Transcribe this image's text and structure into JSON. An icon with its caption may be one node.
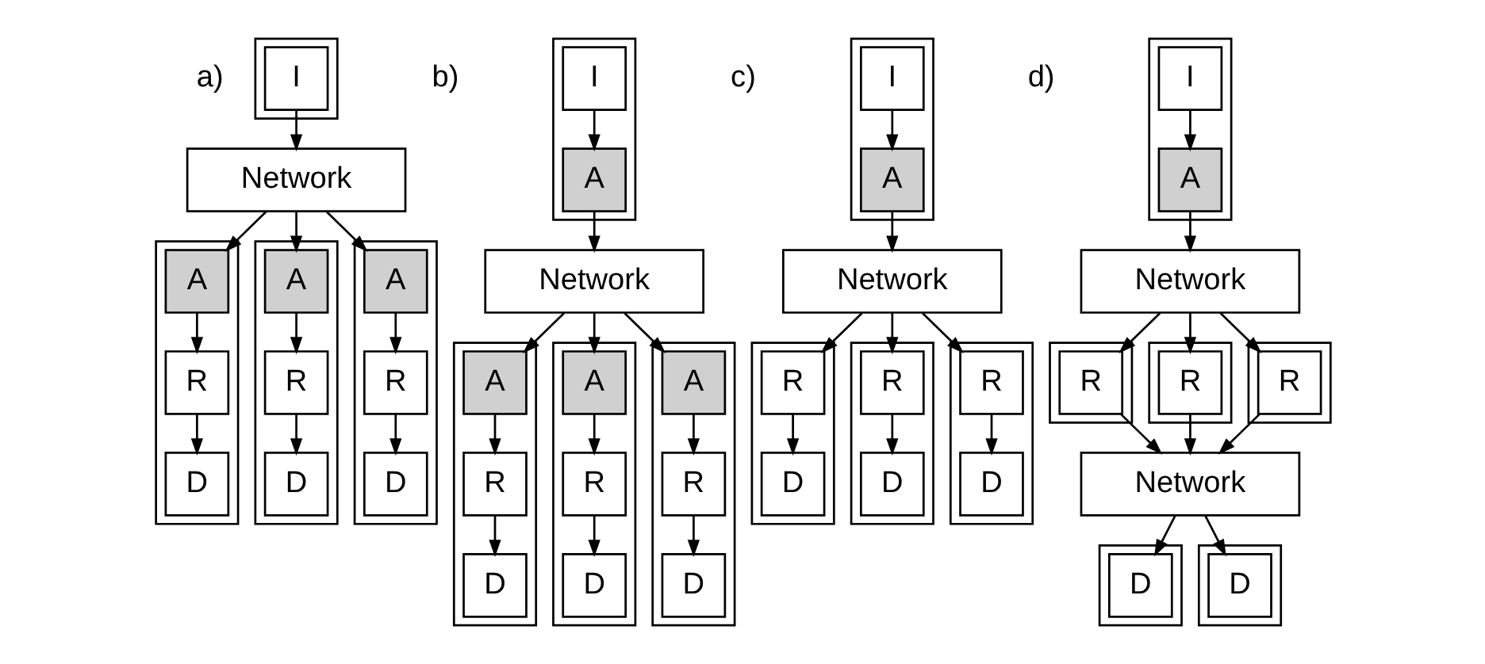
{
  "diagram": {
    "nodes": [
      {
        "text": [],
        "shape": "box"
      },
      {
        "text": [
          "I"
        ],
        "in": 0
      },
      {
        "text": [
          "Network"
        ]
      },
      {
        "text": [],
        "shape": "box"
      },
      {
        "text": [
          "A"
        ],
        "in": 3
      },
      {
        "text": [
          "R"
        ],
        "in": 3
      },
      {
        "text": [
          "D"
        ],
        "in": 3
      },
      {
        "text": [],
        "shape": "box"
      },
      {
        "text": [
          "A"
        ],
        "in": 7
      },
      {
        "text": [
          "R"
        ],
        "in": 7
      },
      {
        "text": [
          "D"
        ],
        "in": 7
      },
      {
        "text": [],
        "shape": "box"
      },
      {
        "text": [
          "A"
        ],
        "in": 11
      },
      {
        "text": [
          "R"
        ],
        "in": 11
      },
      {
        "text": [
          "D"
        ],
        "in": 11
      },
      {
        "text": [],
        "shape": "box"
      },
      {
        "text": [
          "I"
        ],
        "in": 15
      },
      {
        "text": [
          "A"
        ],
        "in": 15
      },
      {
        "text": [
          "Network"
        ]
      },
      {
        "text": [],
        "shape": "box"
      },
      {
        "text": [
          "A"
        ],
        "in": 19
      },
      {
        "text": [
          "R"
        ],
        "in": 19
      },
      {
        "text": [
          "D"
        ],
        "in": 19
      },
      {
        "text": [],
        "shape": "box"
      },
      {
        "text": [
          "A"
        ],
        "in": 23
      },
      {
        "text": [
          "R"
        ],
        "in": 23
      },
      {
        "text": [
          "D"
        ],
        "in": 23
      },
      {
        "text": [],
        "shape": "box"
      },
      {
        "text": [
          "A"
        ],
        "in": 27
      },
      {
        "text": [
          "R"
        ],
        "in": 27
      },
      {
        "text": [
          "D"
        ],
        "in": 27
      },
      {
        "text": [],
        "shape": "box"
      },
      {
        "text": [
          "I"
        ],
        "in": 31
      },
      {
        "text": [
          "A"
        ],
        "in": 31
      },
      {
        "text": [
          "Network"
        ]
      },
      {
        "text": [],
        "shape": "box"
      },
      {
        "text": [
          "R"
        ],
        "in": 35
      },
      {
        "text": [
          "D"
        ],
        "in": 35
      },
      {
        "text": [],
        "shape": "box"
      },
      {
        "text": [
          "R"
        ],
        "in": 38
      },
      {
        "text": [
          "D"
        ],
        "in": 38
      },
      {
        "text": [],
        "shape": "box"
      },
      {
        "text": [
          "R"
        ],
        "in": 41
      },
      {
        "text": [
          "D"
        ],
        "in": 41
      },
      {
        "text": [],
        "shape": "box"
      },
      {
        "text": [
          "I"
        ],
        "in": 44
      },
      {
        "text": [
          "A"
        ],
        "in": 44
      },
      {
        "text": [
          "Network"
        ]
      },
      {
        "text": [],
        "shape": "box"
      },
      {
        "text": [
          "R"
        ],
        "in": 48
      },
      {
        "text": [],
        "shape": "box"
      },
      {
        "text": [
          "R"
        ],
        "in": 50
      },
      {
        "text": [],
        "shape": "box"
      },
      {
        "text": [
          "R"
        ],
        "in": 52
      },
      {
        "text": [
          "Network"
        ]
      },
      {
        "text": [],
        "shape": "box"
      },
      {
        "text": [
          "D"
        ],
        "in": 55
      },
      {
        "text": [],
        "shape": "box"
      },
      {
        "text": [
          "D"
        ],
        "in": 57
      }
    ],
    "edges": [
      {
        "from": 1,
        "to": 2,
        "arrow": "to"
      },
      {
        "from": 2,
        "to": 4,
        "arrow": "to"
      },
      {
        "from": 2,
        "to": 8,
        "arrow": "to"
      },
      {
        "from": 2,
        "to": 12,
        "arrow": "to"
      },
      {
        "from": 4,
        "to": 5,
        "arrow": "to"
      },
      {
        "from": 5,
        "to": 6,
        "arrow": "to"
      },
      {
        "from": 8,
        "to": 9,
        "arrow": "to"
      },
      {
        "from": 9,
        "to": 10,
        "arrow": "to"
      },
      {
        "from": 12,
        "to": 13,
        "arrow": "to"
      },
      {
        "from": 13,
        "to": 14,
        "arrow": "to"
      },
      {
        "from": 16,
        "to": 17,
        "arrow": "to"
      },
      {
        "from": 17,
        "to": 18,
        "arrow": "to"
      },
      {
        "from": 18,
        "to": 20,
        "arrow": "to"
      },
      {
        "from": 18,
        "to": 24,
        "arrow": "to"
      },
      {
        "from": 18,
        "to": 28,
        "arrow": "to"
      },
      {
        "from": 20,
        "to": 21,
        "arrow": "to"
      },
      {
        "from": 21,
        "to": 22,
        "arrow": "to"
      },
      {
        "from": 24,
        "to": 25,
        "arrow": "to"
      },
      {
        "from": 25,
        "to": 26,
        "arrow": "to"
      },
      {
        "from": 28,
        "to": 29,
        "arrow": "to"
      },
      {
        "from": 29,
        "to": 30,
        "arrow": "to"
      },
      {
        "from": 32,
        "to": 33,
        "arrow": "to"
      },
      {
        "from": 33,
        "to": 34,
        "arrow": "to"
      },
      {
        "from": 34,
        "to": 36,
        "arrow": "to"
      },
      {
        "from": 34,
        "to": 39,
        "arrow": "to"
      },
      {
        "from": 34,
        "to": 42,
        "arrow": "to"
      },
      {
        "from": 36,
        "to": 37,
        "arrow": "to"
      },
      {
        "from": 39,
        "to": 40,
        "arrow": "to"
      },
      {
        "from": 42,
        "to": 43,
        "arrow": "to"
      },
      {
        "from": 45,
        "to": 46,
        "arrow": "to"
      },
      {
        "from": 46,
        "to": 47,
        "arrow": "to"
      },
      {
        "from": 47,
        "to": 49,
        "arrow": "to"
      },
      {
        "from": 47,
        "to": 51,
        "arrow": "to"
      },
      {
        "from": 47,
        "to": 53,
        "arrow": "to"
      },
      {
        "from": 49,
        "to": 54,
        "arrow": "to"
      },
      {
        "from": 51,
        "to": 54,
        "arrow": "to"
      },
      {
        "from": 53,
        "to": 54,
        "arrow": "to"
      },
      {
        "from": 54,
        "to": 56,
        "arrow": "to"
      },
      {
        "from": 54,
        "to": 58,
        "arrow": "to"
      }
    ],
    "labels": [
      "a)",
      "b)",
      "c)",
      "d)"
    ]
  }
}
